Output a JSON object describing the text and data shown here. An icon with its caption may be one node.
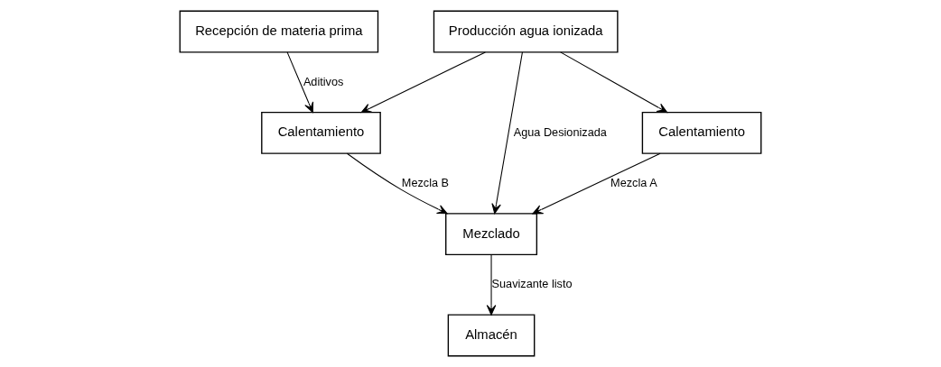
{
  "diagram": {
    "nodes": [
      {
        "text": [
          "Recepción de materia prima"
        ]
      },
      {
        "text": [
          "Producción agua ionizada"
        ]
      },
      {
        "text": [
          "Calentamiento"
        ]
      },
      {
        "text": [
          "Mezclado"
        ]
      },
      {
        "text": [
          "Calentamiento"
        ]
      },
      {
        "text": [
          "Almacén"
        ]
      }
    ],
    "edges": [
      {
        "from": 0,
        "to": 2,
        "arrow": "to",
        "label": "Aditivos"
      },
      {
        "from": 1,
        "to": 3,
        "arrow": "to",
        "label": "Agua Desionizada"
      },
      {
        "from": 1,
        "to": 2,
        "arrow": "to"
      },
      {
        "from": 1,
        "to": 4,
        "arrow": "to"
      },
      {
        "from": 2,
        "to": 3,
        "arrow": "to",
        "label": "Mezcla B"
      },
      {
        "from": 4,
        "to": 3,
        "arrow": "to",
        "label": "Mezcla A"
      },
      {
        "from": 3,
        "to": 5,
        "arrow": "to",
        "label": "Suavizante listo"
      }
    ]
  }
}
